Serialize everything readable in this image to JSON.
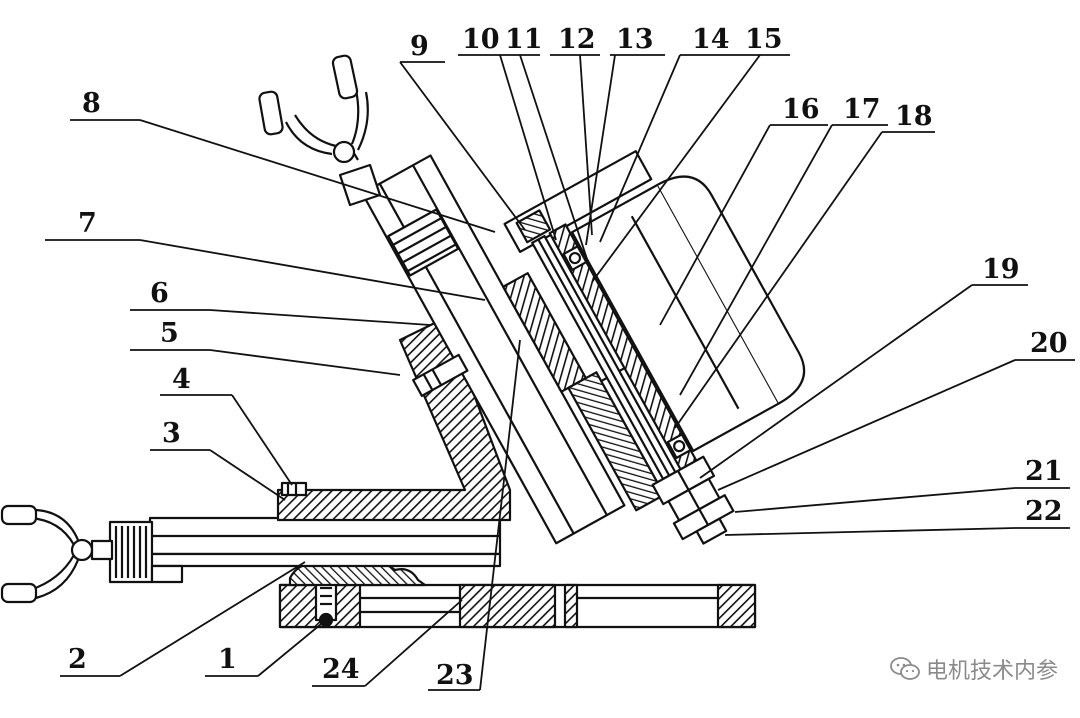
{
  "labels": [
    {
      "id": "l1",
      "text": "1"
    },
    {
      "id": "l2",
      "text": "2"
    },
    {
      "id": "l3",
      "text": "3"
    },
    {
      "id": "l4",
      "text": "4"
    },
    {
      "id": "l5",
      "text": "5"
    },
    {
      "id": "l6",
      "text": "6"
    },
    {
      "id": "l7",
      "text": "7"
    },
    {
      "id": "l8",
      "text": "8"
    },
    {
      "id": "l9",
      "text": "9"
    },
    {
      "id": "l10",
      "text": "10"
    },
    {
      "id": "l11",
      "text": "11"
    },
    {
      "id": "l12",
      "text": "12"
    },
    {
      "id": "l13",
      "text": "13"
    },
    {
      "id": "l14",
      "text": "14"
    },
    {
      "id": "l15",
      "text": "15"
    },
    {
      "id": "l16",
      "text": "16"
    },
    {
      "id": "l17",
      "text": "17"
    },
    {
      "id": "l18",
      "text": "18"
    },
    {
      "id": "l19",
      "text": "19"
    },
    {
      "id": "l20",
      "text": "20"
    },
    {
      "id": "l21",
      "text": "21"
    },
    {
      "id": "l22",
      "text": "22"
    },
    {
      "id": "l23",
      "text": "23"
    },
    {
      "id": "l24",
      "text": "24"
    }
  ],
  "watermark": {
    "text": "电机技术内参",
    "icon": "wechat-icon"
  },
  "colors": {
    "ink": "#111111",
    "watermark": "#8a8a8a"
  }
}
